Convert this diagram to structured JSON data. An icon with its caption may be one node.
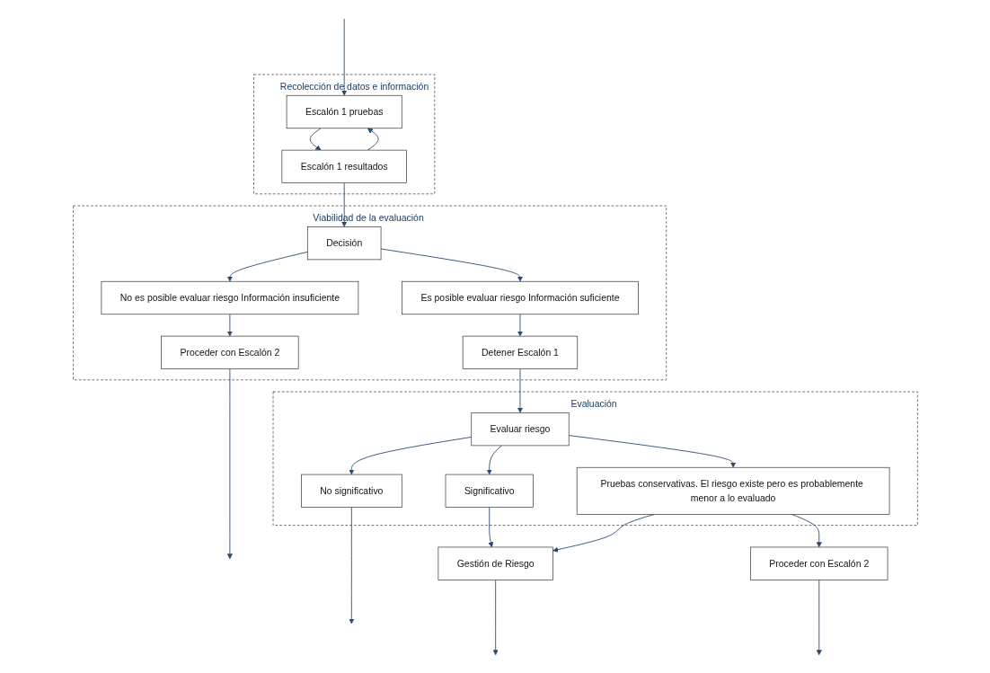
{
  "diagram": {
    "nodes": [
      {
        "text": [
          "Recolección de datos e información"
        ]
      },
      {
        "text": [
          "Escalón 1 pruebas"
        ],
        "in": 0
      },
      {
        "text": [
          "Escalón 1 resultados"
        ],
        "in": 0
      },
      {
        "text": [
          "Viabilidad de la evaluación"
        ]
      },
      {
        "text": [
          "Decisión"
        ],
        "in": 3
      },
      {
        "text": [
          "No es posible evaluar riesgo Información insuficiente"
        ],
        "in": 3
      },
      {
        "text": [
          "Proceder con Escalón 2"
        ],
        "in": 3
      },
      {
        "text": [
          "Es posible evaluar riesgo Información suficiente"
        ],
        "in": 3
      },
      {
        "text": [
          "Detener Escalón 1"
        ],
        "in": 3
      },
      {
        "text": [
          "Evaluación"
        ]
      },
      {
        "text": [
          "Evaluar riesgo"
        ],
        "in": 9
      },
      {
        "text": [
          "No significativo"
        ],
        "in": 9
      },
      {
        "text": [
          "Significativo"
        ],
        "in": 9
      },
      {
        "text": [
          "Pruebas conservativas. El riesgo existe pero es probablemente menor a lo evaluado"
        ],
        "in": 9
      },
      {
        "text": [
          "Gestión de Riesgo"
        ]
      },
      {
        "text": [
          "Proceder con Escalón 2"
        ]
      }
    ],
    "edges": [
      {
        "from": null,
        "to": 1,
        "arrow": "to"
      },
      {
        "from": 1,
        "to": 2,
        "arrow": "to"
      },
      {
        "from": 2,
        "to": 1,
        "arrow": "to"
      },
      {
        "from": 2,
        "to": 4,
        "arrow": "to"
      },
      {
        "from": 4,
        "to": 5,
        "arrow": "to"
      },
      {
        "from": 4,
        "to": 7,
        "arrow": "to"
      },
      {
        "from": 5,
        "to": 6,
        "arrow": "to"
      },
      {
        "from": 7,
        "to": 8,
        "arrow": "to"
      },
      {
        "from": 6,
        "to": null,
        "arrow": "to"
      },
      {
        "from": 8,
        "to": 10,
        "arrow": "to"
      },
      {
        "from": 10,
        "to": 11,
        "arrow": "to"
      },
      {
        "from": 10,
        "to": 12,
        "arrow": "to"
      },
      {
        "from": 10,
        "to": 13,
        "arrow": "to"
      },
      {
        "from": 11,
        "to": null,
        "arrow": "to"
      },
      {
        "from": 12,
        "to": 14,
        "arrow": "to"
      },
      {
        "from": 13,
        "to": 14,
        "arrow": "to"
      },
      {
        "from": 13,
        "to": 15,
        "arrow": "to"
      },
      {
        "from": 15,
        "to": null,
        "arrow": "to"
      },
      {
        "from": 14,
        "to": null,
        "arrow": "to"
      }
    ]
  }
}
